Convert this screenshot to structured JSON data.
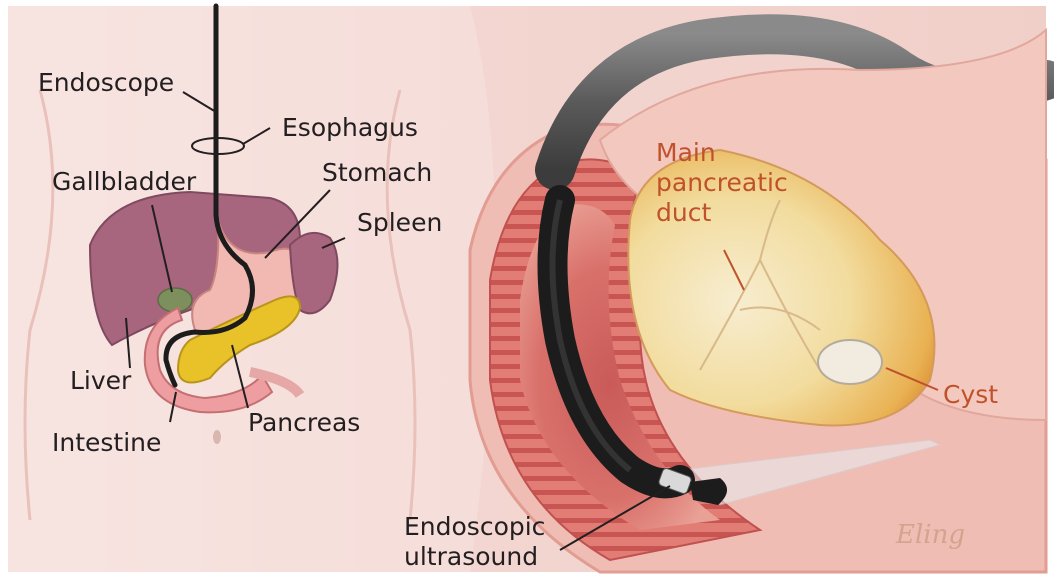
{
  "labels": {
    "endoscope": "Endoscope",
    "esophagus": "Esophagus",
    "gallbladder": "Gallbladder",
    "stomach": "Stomach",
    "spleen": "Spleen",
    "liver": "Liver",
    "intestine": "Intestine",
    "pancreas": "Pancreas",
    "main_duct": "Main\npancreatic\nduct",
    "cyst": "Cyst",
    "eus": "Endoscopic\nultrasound"
  },
  "signature": "Eling",
  "colors": {
    "text": "#231f20",
    "accent_text": "#c0522b",
    "skin": "#f6dcd7",
    "liver": "#a8657e",
    "pancreas": "#e9c22a",
    "gut_wall": "#e8988f",
    "scope": "#1c1c1c"
  }
}
